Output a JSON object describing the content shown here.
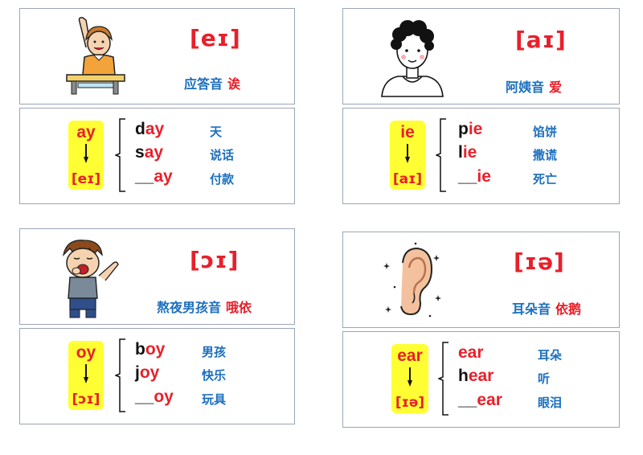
{
  "cards": [
    {
      "phonetic": "[eɪ]",
      "caption": "应答音",
      "homophone": "诶",
      "spelling": "ay",
      "words": [
        {
          "pre": "d",
          "suf": "ay",
          "meaning": "天"
        },
        {
          "pre": "s",
          "suf": "ay",
          "meaning": "说话"
        },
        {
          "pre": "__",
          "suf": "ay",
          "meaning": "付款"
        }
      ]
    },
    {
      "phonetic": "[aɪ]",
      "caption": "阿姨音",
      "homophone": "爱",
      "spelling": "ie",
      "words": [
        {
          "pre": "p",
          "suf": "ie",
          "meaning": "馅饼"
        },
        {
          "pre": "l",
          "suf": "ie",
          "meaning": "撒谎"
        },
        {
          "pre": "__",
          "suf": "ie",
          "meaning": "死亡"
        }
      ]
    },
    {
      "phonetic": "[ɔɪ]",
      "caption": "熬夜男孩音",
      "homophone": "哦依",
      "spelling": "oy",
      "words": [
        {
          "pre": "b",
          "suf": "oy",
          "meaning": "男孩"
        },
        {
          "pre": "j",
          "suf": "oy",
          "meaning": "快乐"
        },
        {
          "pre": "__",
          "suf": "oy",
          "meaning": "玩具"
        }
      ]
    },
    {
      "phonetic": "[ɪə]",
      "caption": "耳朵音",
      "homophone": "依鹅",
      "spelling": "ear",
      "words": [
        {
          "pre": "",
          "suf": "ear",
          "meaning": "耳朵"
        },
        {
          "pre": "h",
          "suf": "ear",
          "meaning": "听"
        },
        {
          "pre": "__",
          "suf": "ear",
          "meaning": "眼泪"
        }
      ]
    }
  ],
  "illustrations": [
    "boy-raising-hand",
    "curly-hair-person",
    "yawning-boy",
    "ear"
  ],
  "colors": {
    "red": "#e8202a",
    "blue": "#1c6fbf",
    "yellow": "#ffff33",
    "border": "#9aa6b8"
  }
}
